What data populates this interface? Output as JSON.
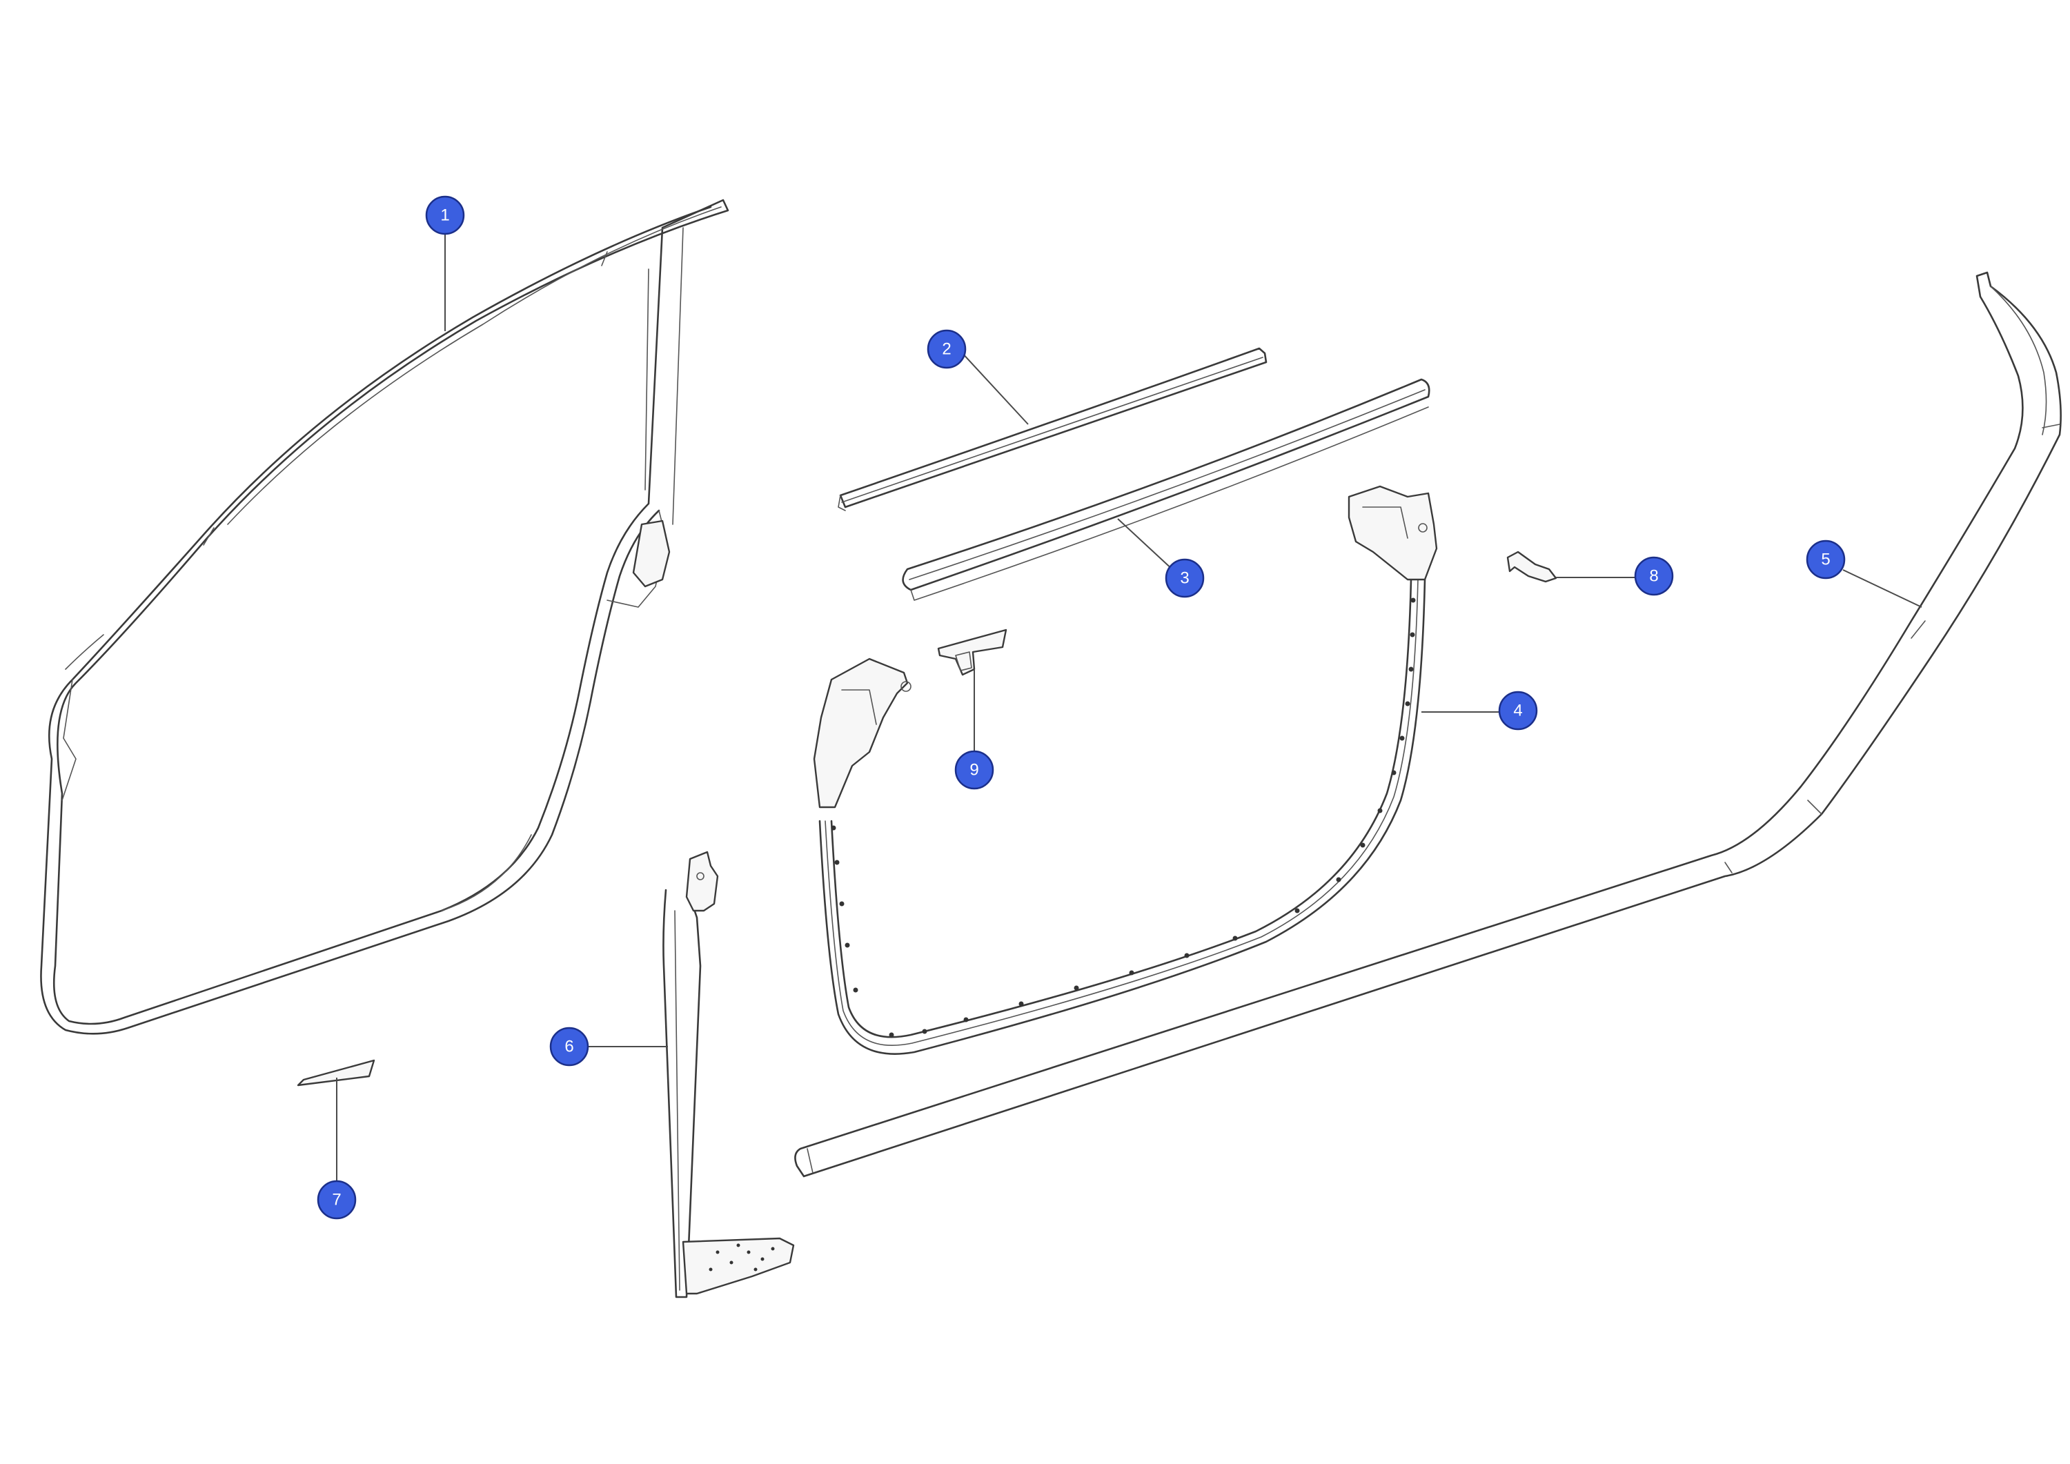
{
  "callouts": [
    {
      "id": "1",
      "label": "1"
    },
    {
      "id": "2",
      "label": "2"
    },
    {
      "id": "3",
      "label": "3"
    },
    {
      "id": "4",
      "label": "4"
    },
    {
      "id": "5",
      "label": "5"
    },
    {
      "id": "6",
      "label": "6"
    },
    {
      "id": "7",
      "label": "7"
    },
    {
      "id": "8",
      "label": "8"
    },
    {
      "id": "9",
      "label": "9"
    }
  ],
  "colors": {
    "callout_fill": "#3b5fe0",
    "callout_stroke": "#1b2f8a",
    "line": "#3a3a3a",
    "background": "#ffffff"
  }
}
